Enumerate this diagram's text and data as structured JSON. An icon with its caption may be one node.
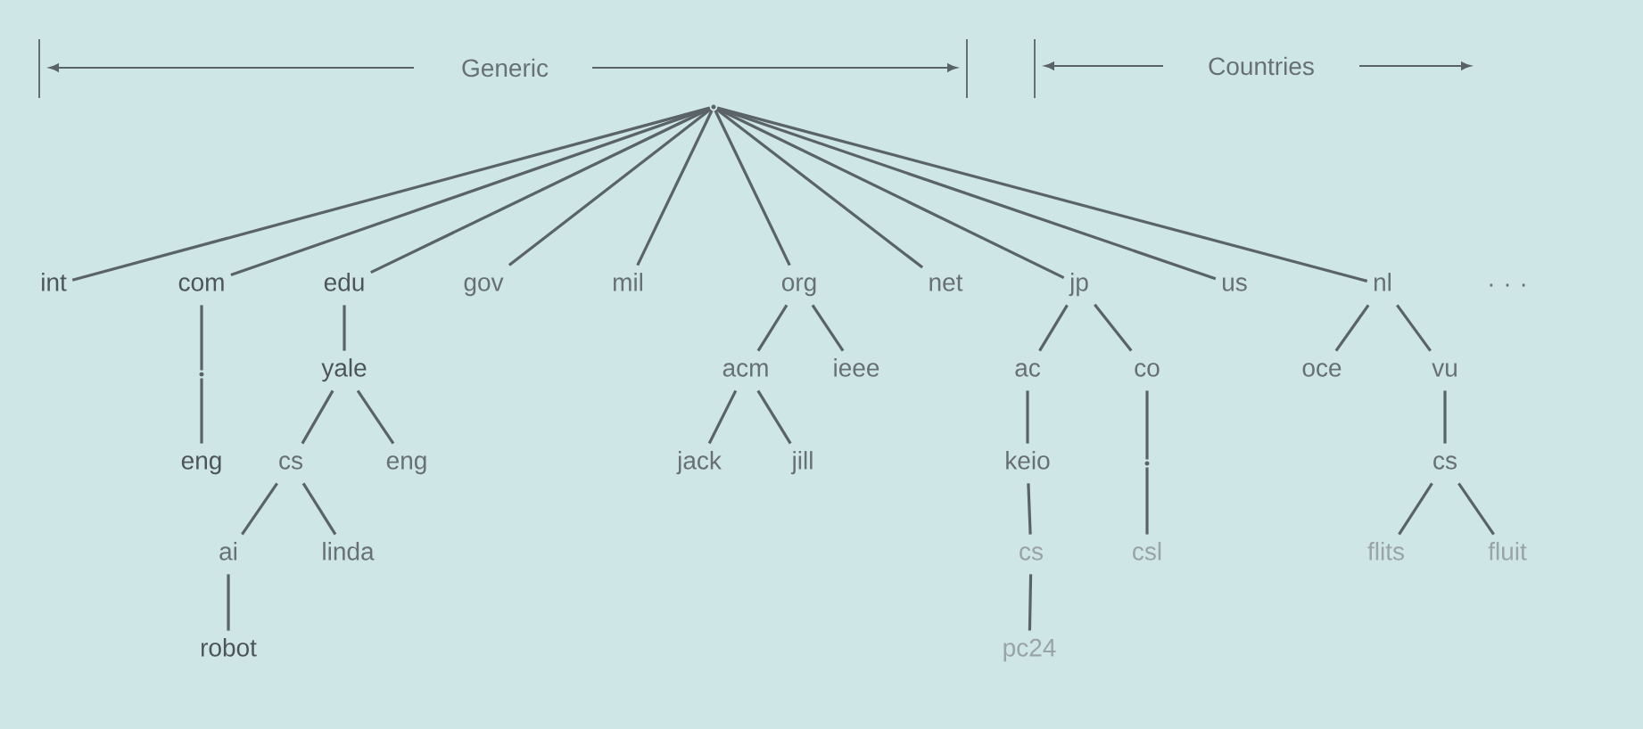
{
  "diagram": {
    "nodes": [
      {
        "text": [],
        "shape": "point"
      },
      {
        "text": [
          "int"
        ]
      },
      {
        "text": [
          "com"
        ]
      },
      {
        "text": [
          "edu"
        ]
      },
      {
        "text": [
          "gov"
        ]
      },
      {
        "text": [
          "mil"
        ]
      },
      {
        "text": [
          "org"
        ]
      },
      {
        "text": [
          "net"
        ]
      },
      {
        "text": [
          "jp"
        ]
      },
      {
        "text": [
          "us"
        ]
      },
      {
        "text": [
          "nl"
        ]
      },
      {
        "text": [],
        "shape": "point"
      },
      {
        "text": [
          "eng"
        ]
      },
      {
        "text": [
          "yale"
        ]
      },
      {
        "text": [
          "cs"
        ]
      },
      {
        "text": [
          "eng"
        ]
      },
      {
        "text": [
          "ai"
        ]
      },
      {
        "text": [
          "linda"
        ]
      },
      {
        "text": [
          "robot"
        ]
      },
      {
        "text": [
          "acm"
        ]
      },
      {
        "text": [
          "ieee"
        ]
      },
      {
        "text": [
          "jack"
        ]
      },
      {
        "text": [
          "jill"
        ]
      },
      {
        "text": [
          "ac"
        ]
      },
      {
        "text": [
          "keio"
        ]
      },
      {
        "text": [
          "cs"
        ]
      },
      {
        "text": [
          "pc24"
        ]
      },
      {
        "text": [
          "co"
        ]
      },
      {
        "text": [],
        "shape": "point"
      },
      {
        "text": [
          "csl"
        ]
      },
      {
        "text": [
          "oce"
        ]
      },
      {
        "text": [
          "vu"
        ]
      },
      {
        "text": [
          "cs"
        ]
      },
      {
        "text": [
          "flits"
        ]
      },
      {
        "text": [
          "fluit"
        ]
      }
    ],
    "edges": [
      {
        "from": 0,
        "to": 1,
        "arrow": "none"
      },
      {
        "from": 0,
        "to": 2,
        "arrow": "none"
      },
      {
        "from": 0,
        "to": 3,
        "arrow": "none"
      },
      {
        "from": 0,
        "to": 4,
        "arrow": "none"
      },
      {
        "from": 0,
        "to": 5,
        "arrow": "none"
      },
      {
        "from": 0,
        "to": 6,
        "arrow": "none"
      },
      {
        "from": 0,
        "to": 7,
        "arrow": "none"
      },
      {
        "from": 0,
        "to": 8,
        "arrow": "none"
      },
      {
        "from": 0,
        "to": 9,
        "arrow": "none"
      },
      {
        "from": 0,
        "to": 10,
        "arrow": "none"
      },
      {
        "from": 2,
        "to": 11,
        "arrow": "none"
      },
      {
        "from": 11,
        "to": 12,
        "arrow": "none"
      },
      {
        "from": 3,
        "to": 13,
        "arrow": "none"
      },
      {
        "from": 13,
        "to": 14,
        "arrow": "none"
      },
      {
        "from": 13,
        "to": 15,
        "arrow": "none"
      },
      {
        "from": 14,
        "to": 16,
        "arrow": "none"
      },
      {
        "from": 14,
        "to": 17,
        "arrow": "none"
      },
      {
        "from": 16,
        "to": 18,
        "arrow": "none"
      },
      {
        "from": 6,
        "to": 19,
        "arrow": "none"
      },
      {
        "from": 6,
        "to": 20,
        "arrow": "none"
      },
      {
        "from": 19,
        "to": 21,
        "arrow": "none"
      },
      {
        "from": 19,
        "to": 22,
        "arrow": "none"
      },
      {
        "from": 8,
        "to": 23,
        "arrow": "none"
      },
      {
        "from": 8,
        "to": 27,
        "arrow": "none"
      },
      {
        "from": 23,
        "to": 24,
        "arrow": "none"
      },
      {
        "from": 24,
        "to": 25,
        "arrow": "none"
      },
      {
        "from": 25,
        "to": 26,
        "arrow": "none"
      },
      {
        "from": 27,
        "to": 28,
        "arrow": "none"
      },
      {
        "from": 28,
        "to": 29,
        "arrow": "none"
      },
      {
        "from": 10,
        "to": 30,
        "arrow": "none"
      },
      {
        "from": 10,
        "to": 31,
        "arrow": "none"
      },
      {
        "from": 31,
        "to": 32,
        "arrow": "none"
      },
      {
        "from": 32,
        "to": 33,
        "arrow": "none"
      },
      {
        "from": 32,
        "to": 34,
        "arrow": "none"
      }
    ],
    "labels": [
      "Generic",
      "Countries",
      ". . ."
    ]
  }
}
